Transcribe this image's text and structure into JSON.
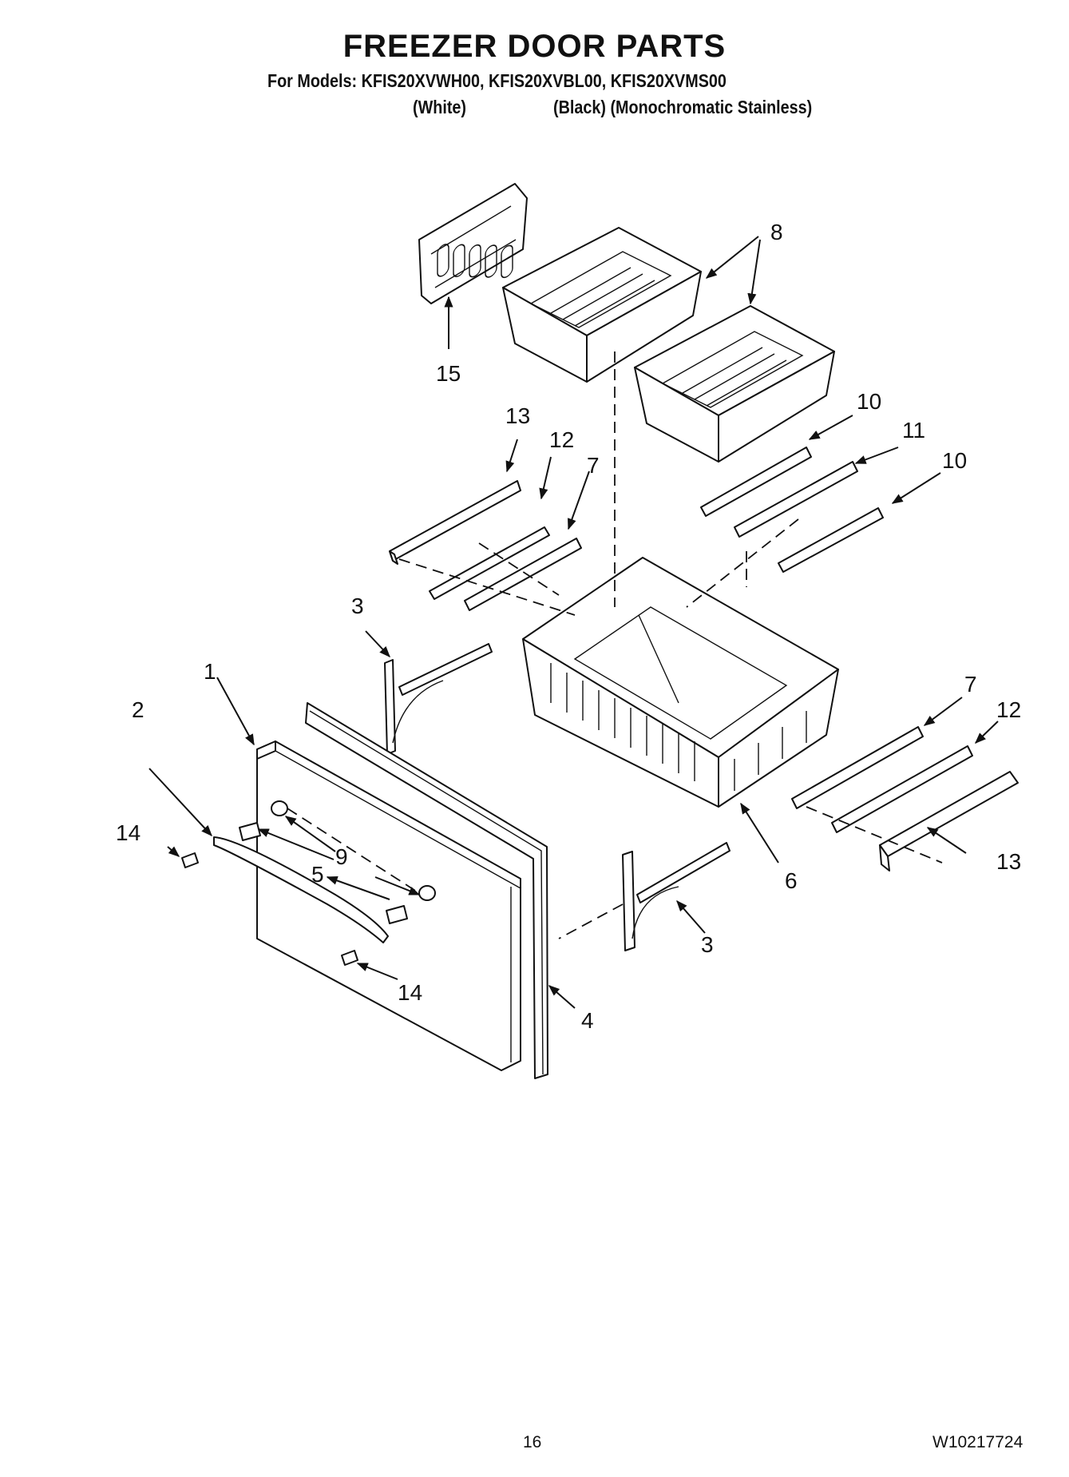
{
  "header": {
    "title": "FREEZER DOOR PARTS",
    "models_line": "For Models: KFIS20XVWH00, KFIS20XVBL00, KFIS20XVMS00",
    "variant_white": "(White)",
    "variant_black_ms": "(Black) (Monochromatic Stainless)"
  },
  "callouts": {
    "c1": "1",
    "c2": "2",
    "c3a": "3",
    "c3b": "3",
    "c4": "4",
    "c5": "5",
    "c6": "6",
    "c7a": "7",
    "c7b": "7",
    "c8": "8",
    "c9": "9",
    "c10a": "10",
    "c10b": "10",
    "c11": "11",
    "c12a": "12",
    "c12b": "12",
    "c13a": "13",
    "c13b": "13",
    "c14a": "14",
    "c14b": "14",
    "c15": "15"
  },
  "footer": {
    "page_number": "16",
    "doc_number": "W10217724"
  }
}
